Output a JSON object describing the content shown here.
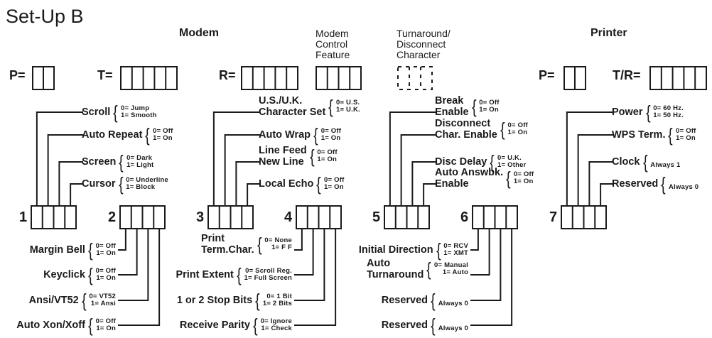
{
  "title": "Set-Up B",
  "sections": {
    "modem": "Modem",
    "modem_control": [
      "Modem",
      "Control",
      "Feature"
    ],
    "turnaround": [
      "Turnaround/",
      "Disconnect",
      "Character"
    ],
    "printer": "Printer"
  },
  "registers": {
    "modem_p": {
      "label": "P=",
      "cells": 2
    },
    "modem_t": {
      "label": "T=",
      "cells": 5
    },
    "modem_r": {
      "label": "R=",
      "cells": 5
    },
    "modem_control": {
      "label": "",
      "cells": 4
    },
    "turnaround": {
      "label": "",
      "cells": 3,
      "style": "dashed"
    },
    "printer_p": {
      "label": "P=",
      "cells": 2
    },
    "printer_tr": {
      "label": "T/R=",
      "cells": 5
    }
  },
  "groups": [
    {
      "number": "1",
      "features": [
        {
          "name": [
            "Scroll"
          ],
          "options": [
            "0= Jump",
            "1= Smooth"
          ]
        },
        {
          "name": [
            "Auto Repeat"
          ],
          "options": [
            "0= Off",
            "1= On"
          ]
        },
        {
          "name": [
            "Screen"
          ],
          "options": [
            "0= Dark",
            "1= Light"
          ]
        },
        {
          "name": [
            "Cursor"
          ],
          "options": [
            "0= Underline",
            "1= Block"
          ]
        }
      ]
    },
    {
      "number": "2",
      "features": [
        {
          "name": [
            "Margin Bell"
          ],
          "options": [
            "0= Off",
            "1= On"
          ]
        },
        {
          "name": [
            "Keyclick"
          ],
          "options": [
            "0= Off",
            "1= On"
          ]
        },
        {
          "name": [
            "Ansi/VT52"
          ],
          "options": [
            "0= VT52",
            "1= Ansi"
          ]
        },
        {
          "name": [
            "Auto Xon/Xoff"
          ],
          "options": [
            "0= Off",
            "1= On"
          ]
        }
      ]
    },
    {
      "number": "3",
      "features": [
        {
          "name": [
            "U.S./U.K.",
            "Character Set"
          ],
          "options": [
            "0= U.S.",
            "1= U.K."
          ]
        },
        {
          "name": [
            "Auto Wrap"
          ],
          "options": [
            "0= Off",
            "1= On"
          ]
        },
        {
          "name": [
            "Line Feed",
            "New Line"
          ],
          "options": [
            "0= Off",
            "1= On"
          ]
        },
        {
          "name": [
            "Local Echo"
          ],
          "options": [
            "0= Off",
            "1= On"
          ]
        }
      ]
    },
    {
      "number": "4",
      "features": [
        {
          "name": [
            "Print",
            "Term.Char."
          ],
          "options": [
            "0= None",
            "1= F F"
          ]
        },
        {
          "name": [
            "Print Extent"
          ],
          "options": [
            "0= Scroll Reg.",
            "1= Full Screen"
          ]
        },
        {
          "name": [
            "1 or 2 Stop Bits"
          ],
          "options": [
            "0= 1 Bit",
            "1= 2 Bits"
          ]
        },
        {
          "name": [
            "Receive Parity"
          ],
          "options": [
            "0= Ignore",
            "1= Check"
          ]
        }
      ]
    },
    {
      "number": "5",
      "features": [
        {
          "name": [
            "Break",
            "Enable"
          ],
          "options": [
            "0= Off",
            "1= On"
          ]
        },
        {
          "name": [
            "Disconnect",
            "Char. Enable"
          ],
          "options": [
            "0= Off",
            "1= On"
          ]
        },
        {
          "name": [
            "Disc Delay"
          ],
          "options": [
            "0= U.K.",
            "1= Other"
          ]
        },
        {
          "name": [
            "Auto Answbk.",
            "Enable"
          ],
          "options": [
            "0= Off",
            "1= On"
          ]
        }
      ]
    },
    {
      "number": "6",
      "features": [
        {
          "name": [
            "Initial Direction"
          ],
          "options": [
            "0= RCV",
            "1= XMT"
          ]
        },
        {
          "name": [
            "Auto",
            "Turnaround"
          ],
          "options": [
            "0= Manual",
            "1= Auto"
          ]
        },
        {
          "name": [
            "Reserved"
          ],
          "options": [
            "Always 0"
          ]
        },
        {
          "name": [
            "Reserved"
          ],
          "options": [
            "Always 0"
          ]
        }
      ]
    },
    {
      "number": "7",
      "features": [
        {
          "name": [
            "Power"
          ],
          "options": [
            "0= 60 Hz.",
            "1= 50 Hz."
          ]
        },
        {
          "name": [
            "WPS Term."
          ],
          "options": [
            "0= Off",
            "1= On"
          ]
        },
        {
          "name": [
            "Clock"
          ],
          "options": [
            "Always 1"
          ]
        },
        {
          "name": [
            "Reserved"
          ],
          "options": [
            "Always 0"
          ]
        }
      ]
    }
  ]
}
